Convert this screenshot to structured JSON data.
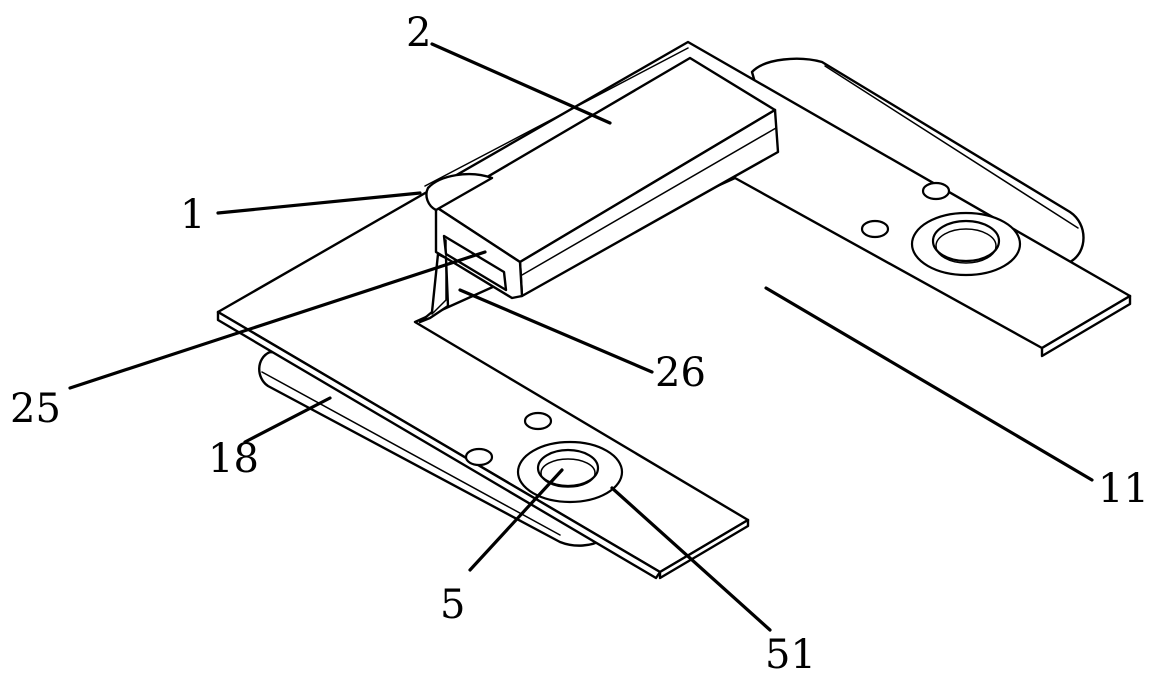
{
  "figure": {
    "labels": [
      {
        "id": "part-1",
        "text": "1"
      },
      {
        "id": "part-2",
        "text": "2"
      },
      {
        "id": "part-5",
        "text": "5"
      },
      {
        "id": "part-11",
        "text": "11"
      },
      {
        "id": "part-18",
        "text": "18"
      },
      {
        "id": "part-25",
        "text": "25"
      },
      {
        "id": "part-26",
        "text": "26"
      },
      {
        "id": "part-51",
        "text": "51"
      }
    ]
  }
}
